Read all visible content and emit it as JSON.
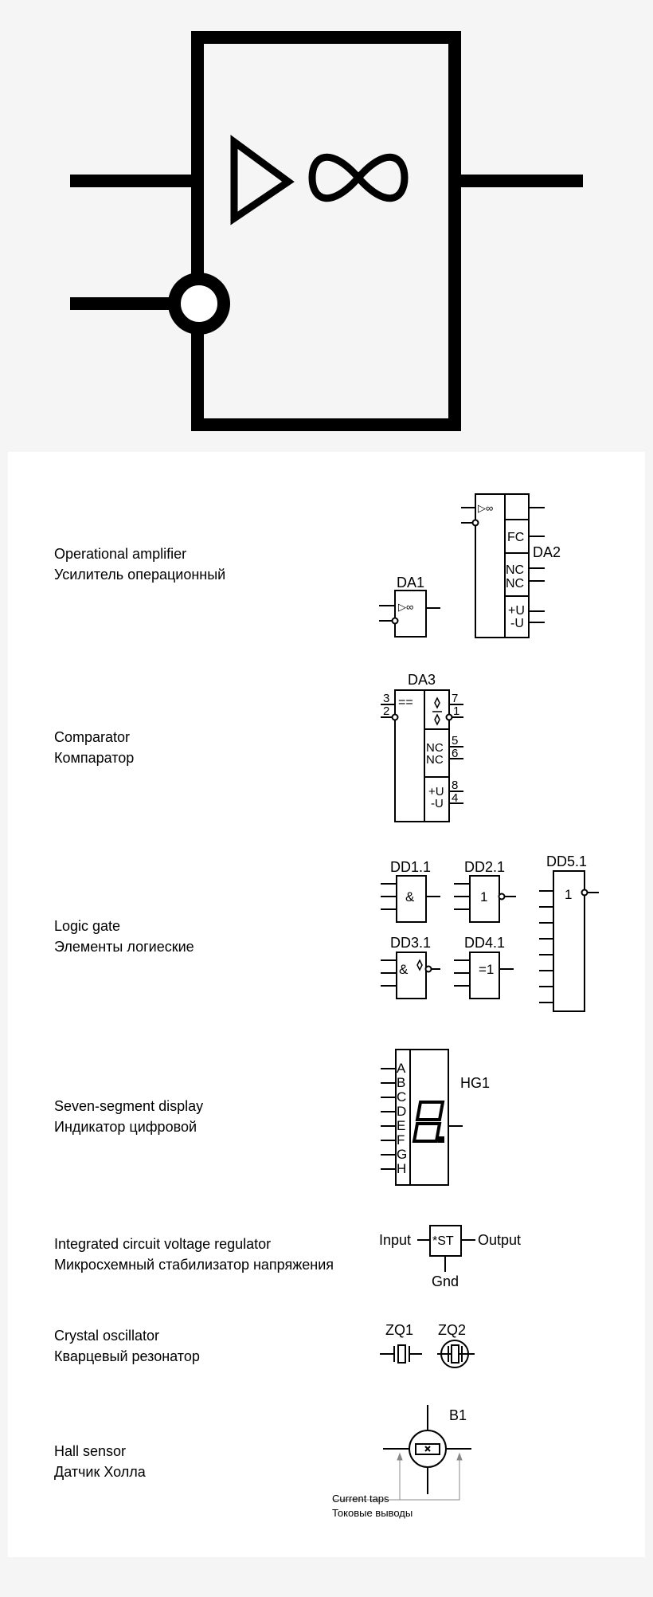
{
  "rows": [
    {
      "en": "Operational amplifier",
      "ru": "Усилитель операционный"
    },
    {
      "en": "Comparator",
      "ru": "Компаратор"
    },
    {
      "en": "Logic gate",
      "ru": "Элементы логиеские"
    },
    {
      "en": "Seven-segment display",
      "ru": "Индикатор цифровой"
    },
    {
      "en": "Integrated circuit voltage regulator",
      "ru": "Микросхемный стабилизатор напряжения"
    },
    {
      "en": "Crystal oscillator",
      "ru": "Кварцевый резонатор"
    },
    {
      "en": "Hall sensor",
      "ru": "Датчик Холла"
    }
  ],
  "opamp": {
    "symbol": "▷∞",
    "da1": "DA1",
    "da2": "DA2",
    "fc": "FC",
    "nc": "NC",
    "plus_u": "+U",
    "minus_u": "-U"
  },
  "comparator": {
    "ref": "DA3",
    "symbol": "==",
    "nc": "NC",
    "plus_u": "+U",
    "minus_u": "-U",
    "pins": [
      "3",
      "2",
      "7",
      "1",
      "5",
      "6",
      "8",
      "4"
    ]
  },
  "logic": {
    "dd11": "DD1.1",
    "dd21": "DD2.1",
    "dd51": "DD5.1",
    "dd31": "DD3.1",
    "dd41": "DD4.1",
    "and": "&",
    "or": "1",
    "or5": "1",
    "nand": "&",
    "xor": "=1"
  },
  "display": {
    "ref": "HG1",
    "digit": "8.",
    "pins": [
      "A",
      "B",
      "C",
      "D",
      "E",
      "F",
      "G",
      "H"
    ]
  },
  "regulator": {
    "input": "Input",
    "st": "*ST",
    "output": "Output",
    "gnd": "Gnd"
  },
  "crystal": {
    "zq1": "ZQ1",
    "zq2": "ZQ2"
  },
  "hall": {
    "ref": "B1",
    "taps_en": "Current taps",
    "taps_ru": "Токовые выводы"
  }
}
